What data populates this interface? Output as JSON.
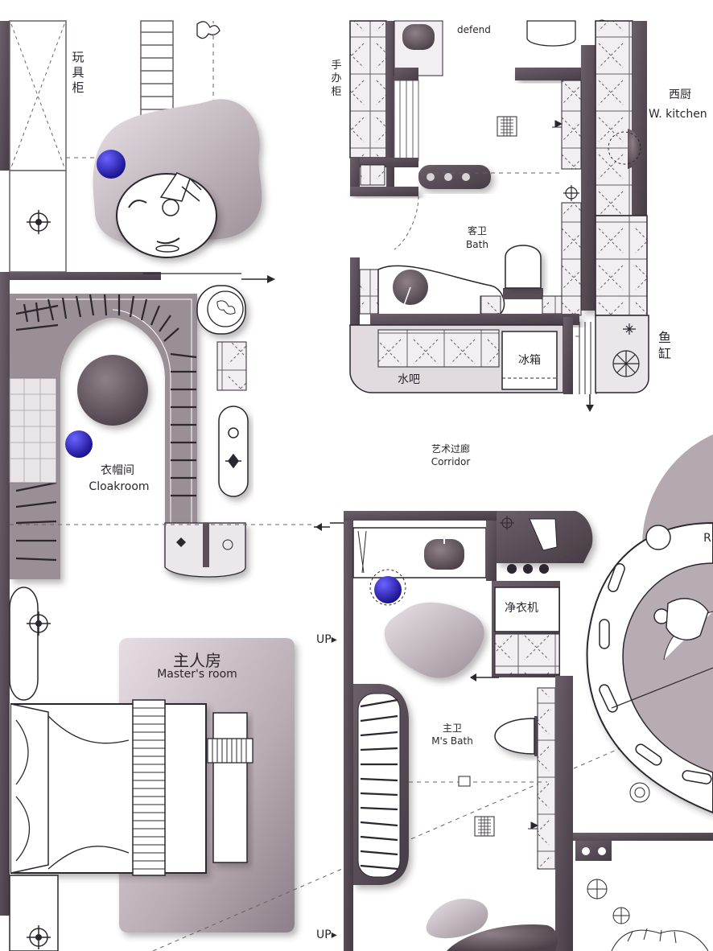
{
  "rooms": {
    "toy_cabinet": "玩具柜",
    "figure_cabinet": "手办柜",
    "defend": "defend",
    "west_kitchen_cn": "西厨",
    "west_kitchen_en": "W. kitchen",
    "guest_bath_cn": "客卫",
    "guest_bath_en": "Bath",
    "fish_tank": "鱼缸",
    "fridge": "冰箱",
    "water_bar": "水吧",
    "corridor_cn": "艺术过廊",
    "corridor_en": "Corridor",
    "cloakroom_cn": "衣帽间",
    "cloakroom_en": "Cloakroom",
    "master_room_cn": "主人房",
    "master_room_en": "Master's room",
    "washer": "净衣机",
    "master_bath_cn": "主卫",
    "master_bath_en": "M's Bath",
    "partial_right": "R"
  },
  "stairs": {
    "up_label_1": "UP▸",
    "up_label_2": "UP▸"
  },
  "colors": {
    "wall": "#5a4f59",
    "wall_dark": "#463c45",
    "floor_tint": "#cdc3ca",
    "accent_blue": "#2a1fb3",
    "line": "#2b2630"
  }
}
